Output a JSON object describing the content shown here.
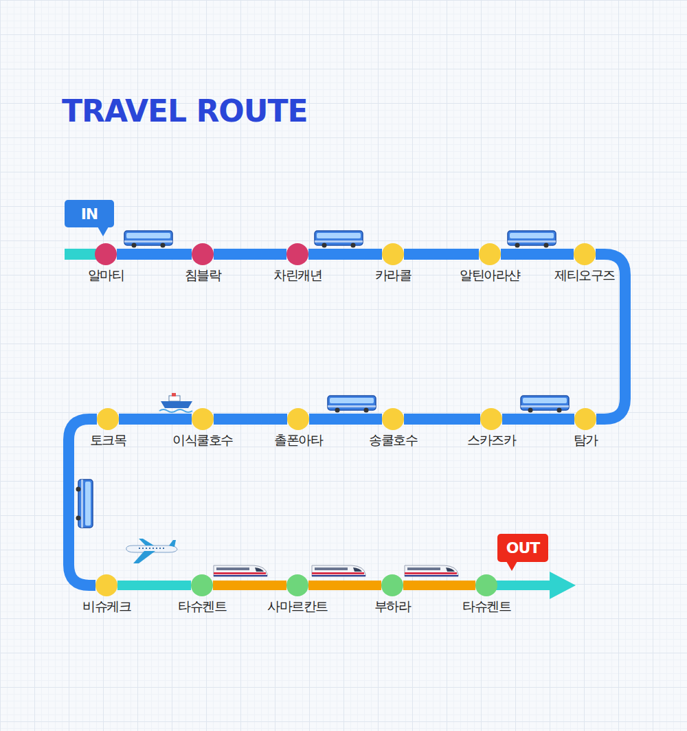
{
  "diagram": {
    "title": "TRAVEL ROUTE",
    "nodes": [
      {
        "text": [
          "IN"
        ]
      },
      {
        "text": [
          "알마티"
        ]
      },
      {
        "text": [
          "침블락"
        ]
      },
      {
        "text": [
          "차린캐년"
        ]
      },
      {
        "text": [
          "카라콜"
        ]
      },
      {
        "text": [
          "알틴아라샨"
        ]
      },
      {
        "text": [
          "제티오구즈"
        ]
      },
      {
        "text": [
          "토크목"
        ]
      },
      {
        "text": [
          "이식쿨호수"
        ]
      },
      {
        "text": [
          "촐폰아타"
        ]
      },
      {
        "text": [
          "송쿨호수"
        ]
      },
      {
        "text": [
          "스카즈카"
        ]
      },
      {
        "text": [
          "탐가"
        ]
      },
      {
        "text": [
          "OUT"
        ]
      },
      {
        "text": [
          "비슈케크"
        ]
      },
      {
        "text": [
          "타슈켄트"
        ]
      },
      {
        "text": [
          "사마르칸트"
        ]
      },
      {
        "text": [
          "부하라"
        ]
      },
      {
        "text": [
          "타슈켄트"
        ]
      }
    ],
    "edges": [
      {
        "from": 1,
        "to": 2,
        "arrow": "none"
      },
      {
        "from": 2,
        "to": 3,
        "arrow": "none"
      },
      {
        "from": 3,
        "to": 4,
        "arrow": "none"
      },
      {
        "from": 4,
        "to": 5,
        "arrow": "none"
      },
      {
        "from": 5,
        "to": 6,
        "arrow": "none"
      },
      {
        "from": 6,
        "to": 12,
        "arrow": "none"
      },
      {
        "from": 12,
        "to": 11,
        "arrow": "none"
      },
      {
        "from": 11,
        "to": 10,
        "arrow": "none"
      },
      {
        "from": 10,
        "to": 9,
        "arrow": "none"
      },
      {
        "from": 9,
        "to": 8,
        "arrow": "none"
      },
      {
        "from": 8,
        "to": 7,
        "arrow": "none"
      },
      {
        "from": 7,
        "to": 14,
        "arrow": "none"
      },
      {
        "from": 14,
        "to": 15,
        "arrow": "none"
      },
      {
        "from": 15,
        "to": 16,
        "arrow": "none"
      },
      {
        "from": 16,
        "to": 17,
        "arrow": "none"
      },
      {
        "from": 17,
        "to": 18,
        "arrow": "none"
      }
    ]
  }
}
